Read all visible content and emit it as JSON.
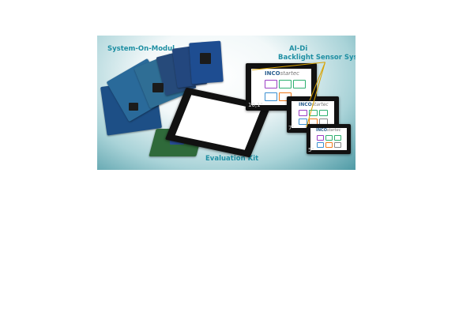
{
  "labels": {
    "som": "System-On-Modul",
    "aidi_title": "AI-Di",
    "aidi_sub": "Backlight Sensor System",
    "eval": "Evaluation Kit"
  },
  "displays": [
    {
      "size": "10,1\""
    },
    {
      "size": "7\""
    },
    {
      "size": "5\""
    }
  ],
  "logo": {
    "brand_a": "INCO",
    "brand_b": "startec"
  },
  "colors": {
    "label": "#1f8fa3",
    "board": "#1d4f86",
    "bezel": "#111111",
    "callout": "#d8a200"
  }
}
